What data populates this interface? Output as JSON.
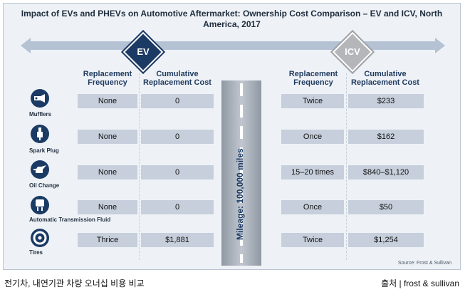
{
  "title": "Impact of EVs and PHEVs on Automotive Aftermarket: Ownership Cost Comparison – EV and ICV, North America, 2017",
  "badges": {
    "ev": "EV",
    "icv": "ICV"
  },
  "column_headers": {
    "ev_frequency": "Replacement Frequency",
    "ev_cost": "Cumulative Replacement Cost",
    "icv_frequency": "Replacement Frequency",
    "icv_cost": "Cumulative Replacement Cost"
  },
  "mileage_label": "Mileage: 100,000 miles",
  "rows": [
    {
      "part": "Mufflers",
      "icon": "muffler-icon",
      "ev_frequency": "None",
      "ev_cost": "0",
      "icv_frequency": "Twice",
      "icv_cost": "$233"
    },
    {
      "part": "Spark Plug",
      "icon": "spark-plug-icon",
      "ev_frequency": "None",
      "ev_cost": "0",
      "icv_frequency": "Once",
      "icv_cost": "$162"
    },
    {
      "part": "Oil Change",
      "icon": "oil-can-icon",
      "ev_frequency": "None",
      "ev_cost": "0",
      "icv_frequency": "15–20 times",
      "icv_cost": "$840–$1,120"
    },
    {
      "part": "Automatic Transmission Fluid",
      "icon": "transmission-fluid-icon",
      "ev_frequency": "None",
      "ev_cost": "0",
      "icv_frequency": "Once",
      "icv_cost": "$50"
    },
    {
      "part": "Tires",
      "icon": "tire-icon",
      "ev_frequency": "Thrice",
      "ev_cost": "$1,881",
      "icv_frequency": "Twice",
      "icv_cost": "$1,254"
    }
  ],
  "source": "Source: Frost & Sullivan",
  "caption_left": "전기차, 내연기관 차량 오너십 비용 비교",
  "caption_right": "출처 | frost & sullivan",
  "colors": {
    "navy": "#1b3a64",
    "cell": "#c6cfdb",
    "arrow": "#b4c2d3",
    "icv_badge": "#b4b6ba"
  }
}
